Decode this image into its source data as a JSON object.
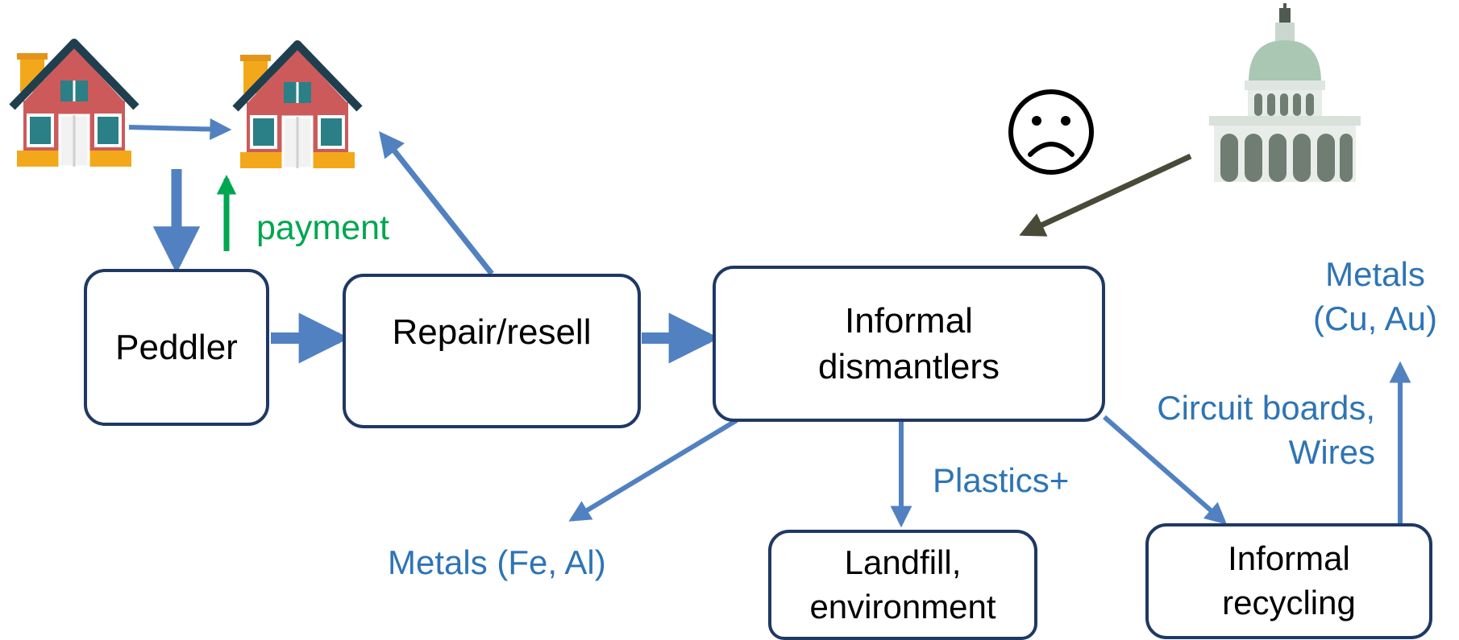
{
  "diagram": {
    "nodes": {
      "peddler": "Peddler",
      "repair_resell": "Repair/resell",
      "informal_dismantlers": "Informal\ndismantlers",
      "landfill": "Landfill,\nenvironment",
      "informal_recycling": "Informal\nrecycling"
    },
    "labels": {
      "payment": "payment",
      "metals_fe_al": "Metals (Fe, Al)",
      "plastics": "Plastics+",
      "circuit_boards": "Circuit boards,\nWires",
      "metals_cu_au": "Metals\n(Cu, Au)"
    },
    "icons": [
      "house-icon",
      "house-icon",
      "government-building-icon",
      "sad-face-icon"
    ],
    "colors": {
      "flow_arrow": "#5181c0",
      "payment_arrow": "#00a650",
      "government_arrow": "#4a4a38",
      "box_border": "#1f3864",
      "label_blue": "#2e74b5"
    }
  }
}
